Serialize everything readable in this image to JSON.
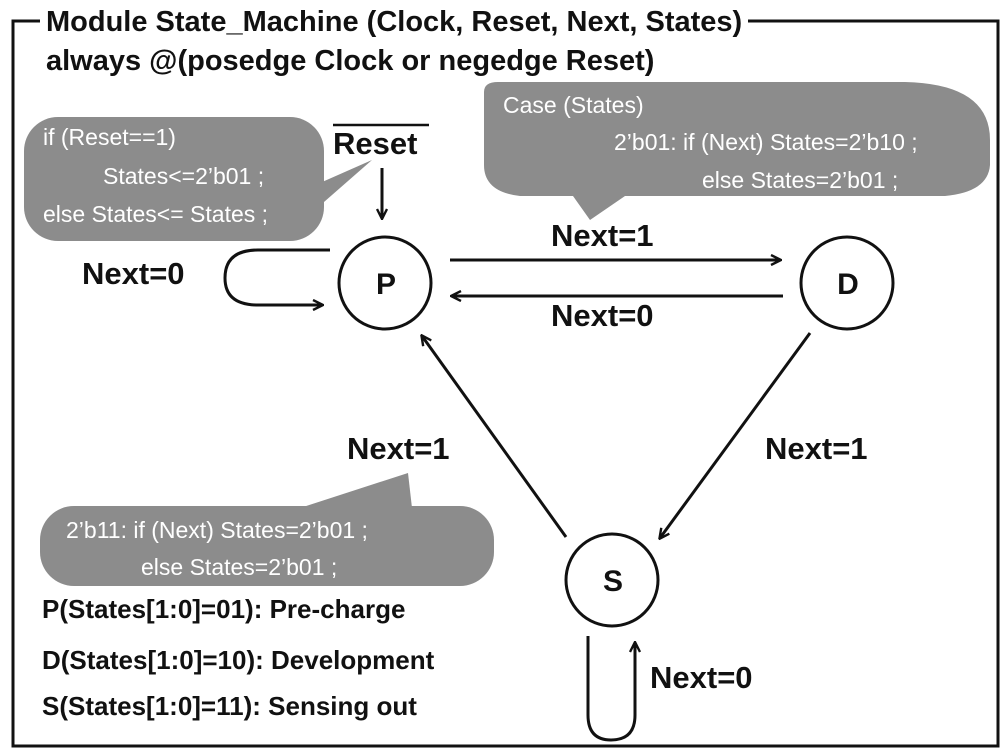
{
  "header": {
    "line1": "Module State_Machine (Clock, Reset, Next, States)",
    "line2": "always @(posedge Clock or negedge Reset)"
  },
  "reset_label": "Reset",
  "bubbles": {
    "reset_logic": [
      "if (Reset==1)",
      "States<=2’b01 ;",
      "else States<= States ;"
    ],
    "case_logic": [
      "Case (States)",
      "2’b01: if (Next) States=2’b10 ;",
      "else States=2’b01 ;"
    ],
    "s_logic": [
      "2’b11: if (Next) States=2’b01 ;",
      "else States=2’b01 ;"
    ]
  },
  "states": {
    "p": "P",
    "d": "D",
    "s": "S"
  },
  "transitions": {
    "p_self": "Next=0",
    "p_to_d": "Next=1",
    "d_to_p": "Next=0",
    "s_to_p": "Next=1",
    "d_to_s": "Next=1",
    "s_self": "Next=0"
  },
  "legend": [
    "P(States[1:0]=01): Pre-charge",
    "D(States[1:0]=10): Development",
    "S(States[1:0]=11): Sensing out"
  ],
  "colors": {
    "bubble_fill": "#8c8c8c",
    "ink": "#111111",
    "background": "#ffffff"
  }
}
